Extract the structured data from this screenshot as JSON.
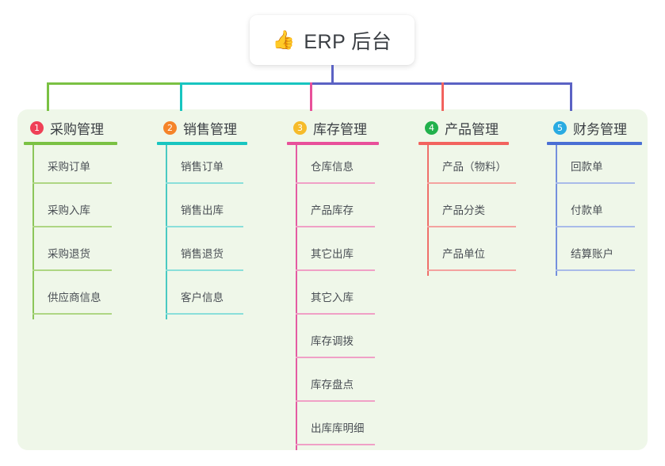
{
  "root": {
    "icon": "thumbs-up-icon",
    "emoji": "👍",
    "title": "ERP 后台"
  },
  "theme": {
    "panel_bg": "#eff7e9",
    "page_bg": "#ffffff",
    "stem_color": "#5b62c4",
    "text_color": "#3b3f44"
  },
  "columns": [
    {
      "index": "1",
      "title": "采购管理",
      "badge_color": "#ef4056",
      "rule_color": "#7ac143",
      "spine_color": "#8cc65a",
      "leaf_rule_color": "#aed683",
      "bus_color": "#7ac143",
      "items": [
        "采购订单",
        "采购入库",
        "采购退货",
        "供应商信息"
      ]
    },
    {
      "index": "2",
      "title": "销售管理",
      "badge_color": "#f5842a",
      "rule_color": "#18c5c0",
      "spine_color": "#49c9c2",
      "leaf_rule_color": "#8adfda",
      "bus_color": "#18c5c0",
      "items": [
        "销售订单",
        "销售出库",
        "销售退货",
        "客户信息"
      ]
    },
    {
      "index": "3",
      "title": "库存管理",
      "badge_color": "#f6bb2a",
      "rule_color": "#e8509a",
      "spine_color": "#e45ba2",
      "leaf_rule_color": "#f0a0c6",
      "bus_color": "#e8509a",
      "items": [
        "仓库信息",
        "产品库存",
        "其它出库",
        "其它入库",
        "库存调拨",
        "库存盘点",
        "出库库明细"
      ]
    },
    {
      "index": "4",
      "title": "产品管理",
      "badge_color": "#22b14c",
      "rule_color": "#f2635e",
      "spine_color": "#ef6f6a",
      "leaf_rule_color": "#f4a29f",
      "bus_color": "#f2635e",
      "items": [
        "产品（物料）",
        "产品分类",
        "产品单位"
      ]
    },
    {
      "index": "5",
      "title": "财务管理",
      "badge_color": "#29abe2",
      "rule_color": "#4a6fd4",
      "spine_color": "#7490dd",
      "leaf_rule_color": "#a9bbe9",
      "bus_color": "#5b62c4",
      "items": [
        "回款单",
        "付款单",
        "结算账户"
      ]
    }
  ]
}
